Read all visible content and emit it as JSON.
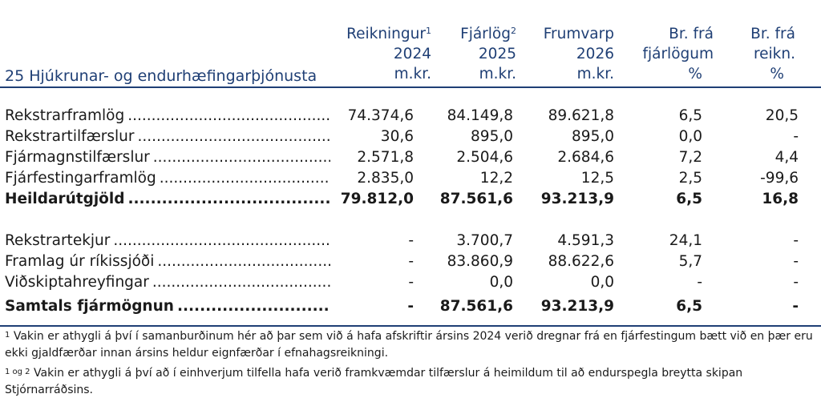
{
  "table": {
    "title": "25 Hjúkrunar- og endurhæfingarþjónusta",
    "columns": [
      {
        "line1": "Reikningur",
        "mark": "1",
        "line2": "2024",
        "line3": "m.kr."
      },
      {
        "line1": "Fjárlög",
        "mark": "2",
        "line2": "2025",
        "line3": "m.kr."
      },
      {
        "line1": "Frumvarp",
        "mark": "",
        "line2": "2026",
        "line3": "m.kr."
      },
      {
        "line1": "Br. frá",
        "mark": "",
        "line2": "fjárlögum",
        "line3": "%"
      },
      {
        "line1": "Br. frá",
        "mark": "",
        "line2": "reikn.",
        "line3": "%"
      }
    ],
    "rows": [
      {
        "label": "Rekstrarframlög",
        "values": [
          "74.374,6",
          "84.149,8",
          "89.621,8",
          "6,5",
          "20,5"
        ]
      },
      {
        "label": "Rekstrartilfærslur",
        "values": [
          "30,6",
          "895,0",
          "895,0",
          "0,0",
          "-"
        ]
      },
      {
        "label": "Fjármagnstilfærslur",
        "values": [
          "2.571,8",
          "2.504,6",
          "2.684,6",
          "7,2",
          "4,4"
        ]
      },
      {
        "label": "Fjárfestingarframlög",
        "values": [
          "2.835,0",
          "12,2",
          "12,5",
          "2,5",
          "-99,6"
        ]
      },
      {
        "label": "Heildarútgjöld",
        "values": [
          "79.812,0",
          "87.561,6",
          "93.213,9",
          "6,5",
          "16,8"
        ]
      },
      {
        "label": "Rekstrartekjur",
        "values": [
          "-",
          "3.700,7",
          "4.591,3",
          "24,1",
          "-"
        ]
      },
      {
        "label": "Framlag úr ríkissjóði",
        "values": [
          "-",
          "83.860,9",
          "88.622,6",
          "5,7",
          "-"
        ]
      },
      {
        "label": "Viðskiptahreyfingar",
        "values": [
          "-",
          "0,0",
          "0,0",
          "-",
          "-"
        ]
      },
      {
        "label": "Samtals fjármögnun",
        "values": [
          "-",
          "87.561,6",
          "93.213,9",
          "6,5",
          "-"
        ]
      }
    ]
  },
  "footnotes": [
    {
      "mark": "1",
      "text": "Vakin er athygli á því í samanburðinum hér að þar sem við á hafa afskriftir ársins 2024 verið dregnar frá en fjárfestingum bætt við en þær eru ekki gjaldfærðar innan ársins heldur eignfærðar í efnahagsreikningi."
    },
    {
      "mark": "1 og 2",
      "text": "Vakin er athygli á því að í einhverjum tilfella hafa verið framkvæmdar tilfærslur á heimildum til að endurspegla breytta skipan Stjórnarráðsins."
    }
  ]
}
